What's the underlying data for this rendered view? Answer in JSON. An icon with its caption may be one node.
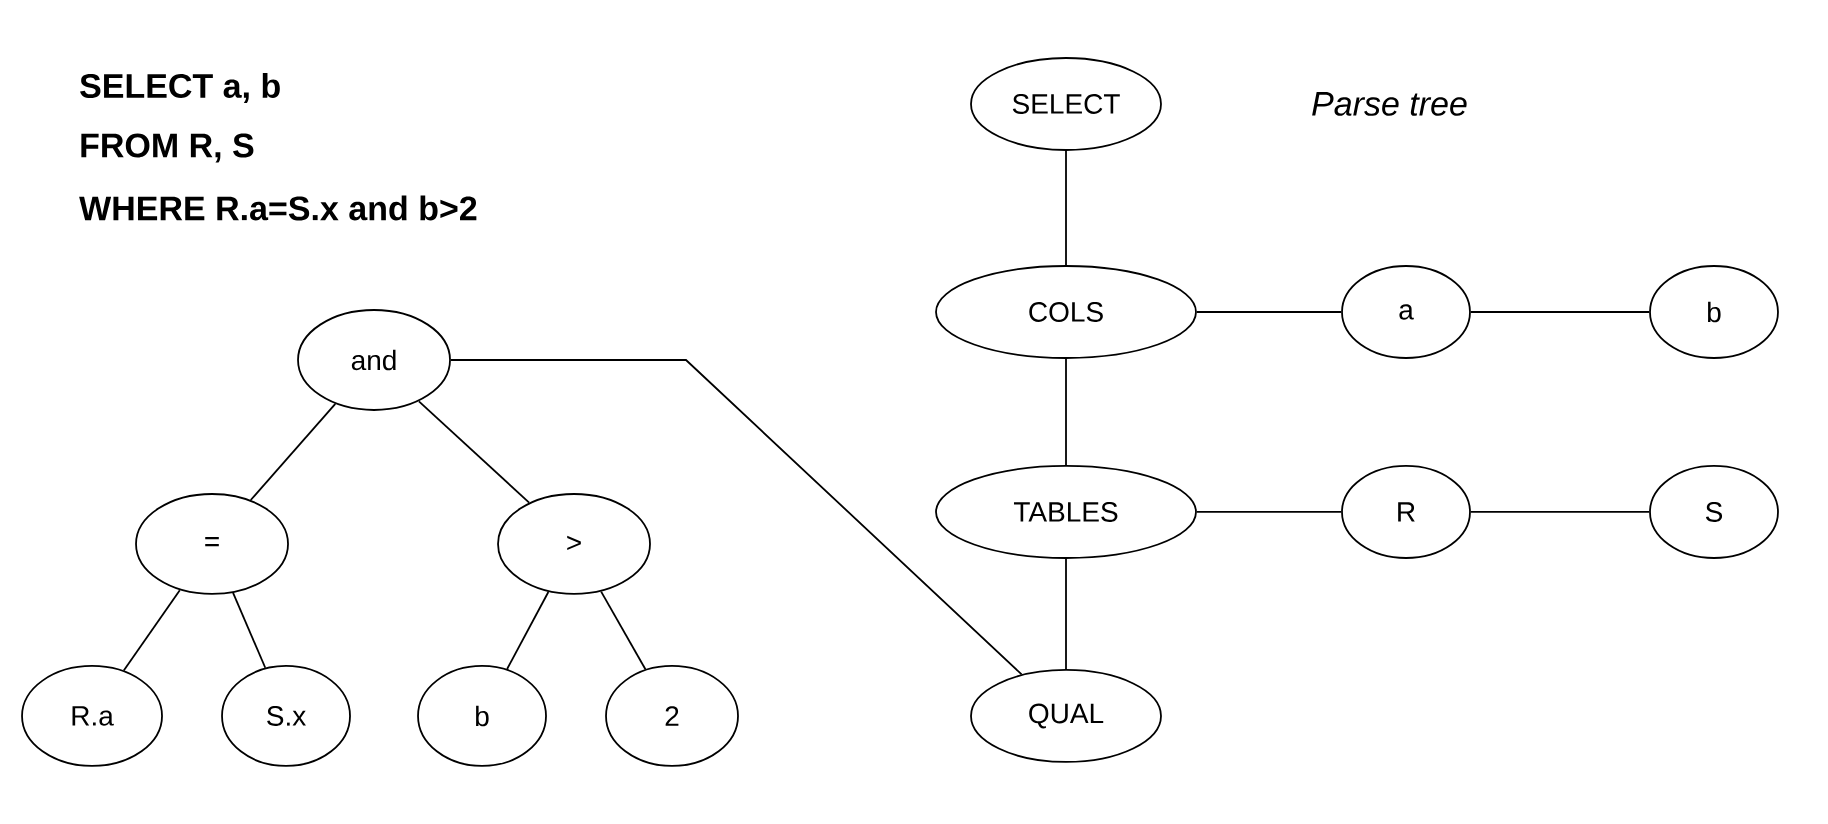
{
  "diagram": {
    "title": "Parse tree",
    "nodes": [
      {
        "text": [
          "SELECT"
        ]
      },
      {
        "text": [
          "COLS"
        ]
      },
      {
        "text": [
          "a"
        ]
      },
      {
        "text": [
          "b"
        ]
      },
      {
        "text": [
          "TABLES"
        ]
      },
      {
        "text": [
          "R"
        ]
      },
      {
        "text": [
          "S"
        ]
      },
      {
        "text": [
          "QUAL"
        ]
      },
      {
        "text": [
          "and"
        ]
      },
      {
        "text": [
          "="
        ]
      },
      {
        "text": [
          ">"
        ]
      },
      {
        "text": [
          "R.a"
        ]
      },
      {
        "text": [
          "S.x"
        ]
      },
      {
        "text": [
          "b"
        ]
      },
      {
        "text": [
          "2"
        ]
      }
    ],
    "edges": [
      {
        "from": 0,
        "to": 1,
        "arrow": "none"
      },
      {
        "from": 1,
        "to": 2,
        "arrow": "none"
      },
      {
        "from": 2,
        "to": 3,
        "arrow": "none"
      },
      {
        "from": 1,
        "to": 4,
        "arrow": "none"
      },
      {
        "from": 4,
        "to": 5,
        "arrow": "none"
      },
      {
        "from": 5,
        "to": 6,
        "arrow": "none"
      },
      {
        "from": 4,
        "to": 7,
        "arrow": "none"
      },
      {
        "from": 8,
        "to": 7,
        "arrow": "none"
      },
      {
        "from": 8,
        "to": 9,
        "arrow": "none"
      },
      {
        "from": 8,
        "to": 10,
        "arrow": "none"
      },
      {
        "from": 9,
        "to": 11,
        "arrow": "none"
      },
      {
        "from": 9,
        "to": 12,
        "arrow": "none"
      },
      {
        "from": 10,
        "to": 13,
        "arrow": "none"
      },
      {
        "from": 10,
        "to": 14,
        "arrow": "none"
      }
    ],
    "labels": [
      "SELECT  a,  b",
      "FROM     R, S",
      "WHERE  R.a=S.x  and  b>2"
    ]
  }
}
